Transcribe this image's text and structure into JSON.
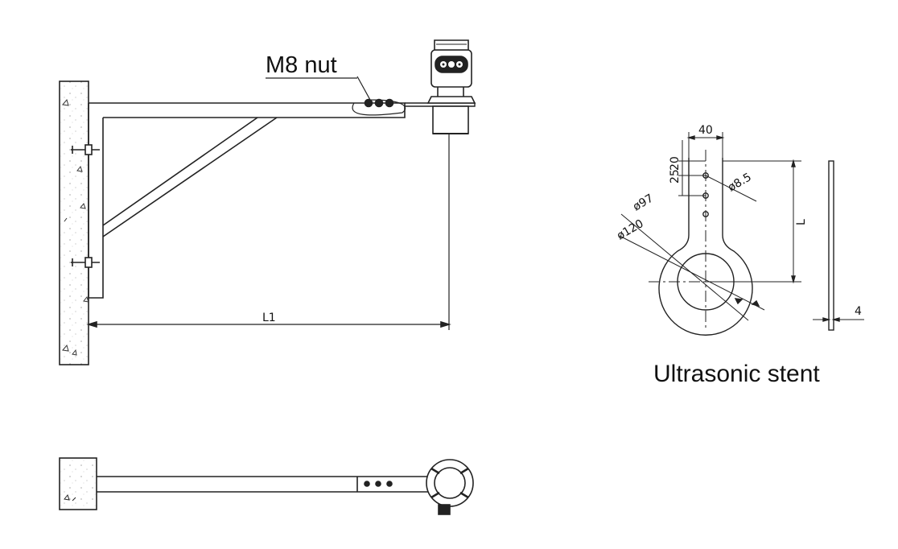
{
  "labels": {
    "nut": "M8 nut",
    "length_l1": "L1",
    "caption": "Ultrasonic stent"
  },
  "dimensions": {
    "width": "40",
    "spacing_a": "25",
    "spacing_b": "20",
    "hole": "ø8.5",
    "inner_ring": "ø97",
    "outer_ring": "ø120",
    "length": "L",
    "thickness": "4"
  }
}
